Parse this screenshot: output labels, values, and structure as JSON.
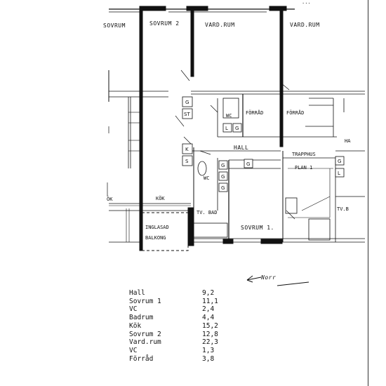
{
  "header_fragment": "...",
  "rooms": {
    "sovrum_left": "SOVRUM",
    "sovrum2": "SOVRUM 2",
    "vardrum": "VARD.RUM",
    "vardrum_right": "VARD.RUM",
    "forrad1": "FÖRRÅD",
    "forrad2": "FÖRRÅD",
    "hall": "HALL",
    "trapphus": "TRAPPHUS",
    "plan": "PLAN 1",
    "wc_top": "WC",
    "wc_mid": "WC",
    "kok": "KÖK",
    "kok_left": "ÖK",
    "tvbad": "TV. BAD",
    "tvbad_right": "TV.B",
    "sovrum1": "SOVRUM 1.",
    "balkong_line1": "INGLASAD",
    "balkong_line2": "BALKONG",
    "ha_right": "HA"
  },
  "fixtures": {
    "g": "G",
    "st": "ST",
    "k": "K",
    "s": "S",
    "l": "L"
  },
  "north": "Norr",
  "areas": [
    {
      "name": "Hall",
      "value": "9,2"
    },
    {
      "name": "Sovrum 1",
      "value": "11,1"
    },
    {
      "name": "VC",
      "value": "2,4"
    },
    {
      "name": "Badrum",
      "value": "4,4"
    },
    {
      "name": "Kök",
      "value": "15,2"
    },
    {
      "name": "Sovrum 2",
      "value": "12,8"
    },
    {
      "name": "Vard.rum",
      "value": "22,3"
    },
    {
      "name": "VC",
      "value": "1,3"
    },
    {
      "name": "Förråd",
      "value": "3,8"
    }
  ]
}
